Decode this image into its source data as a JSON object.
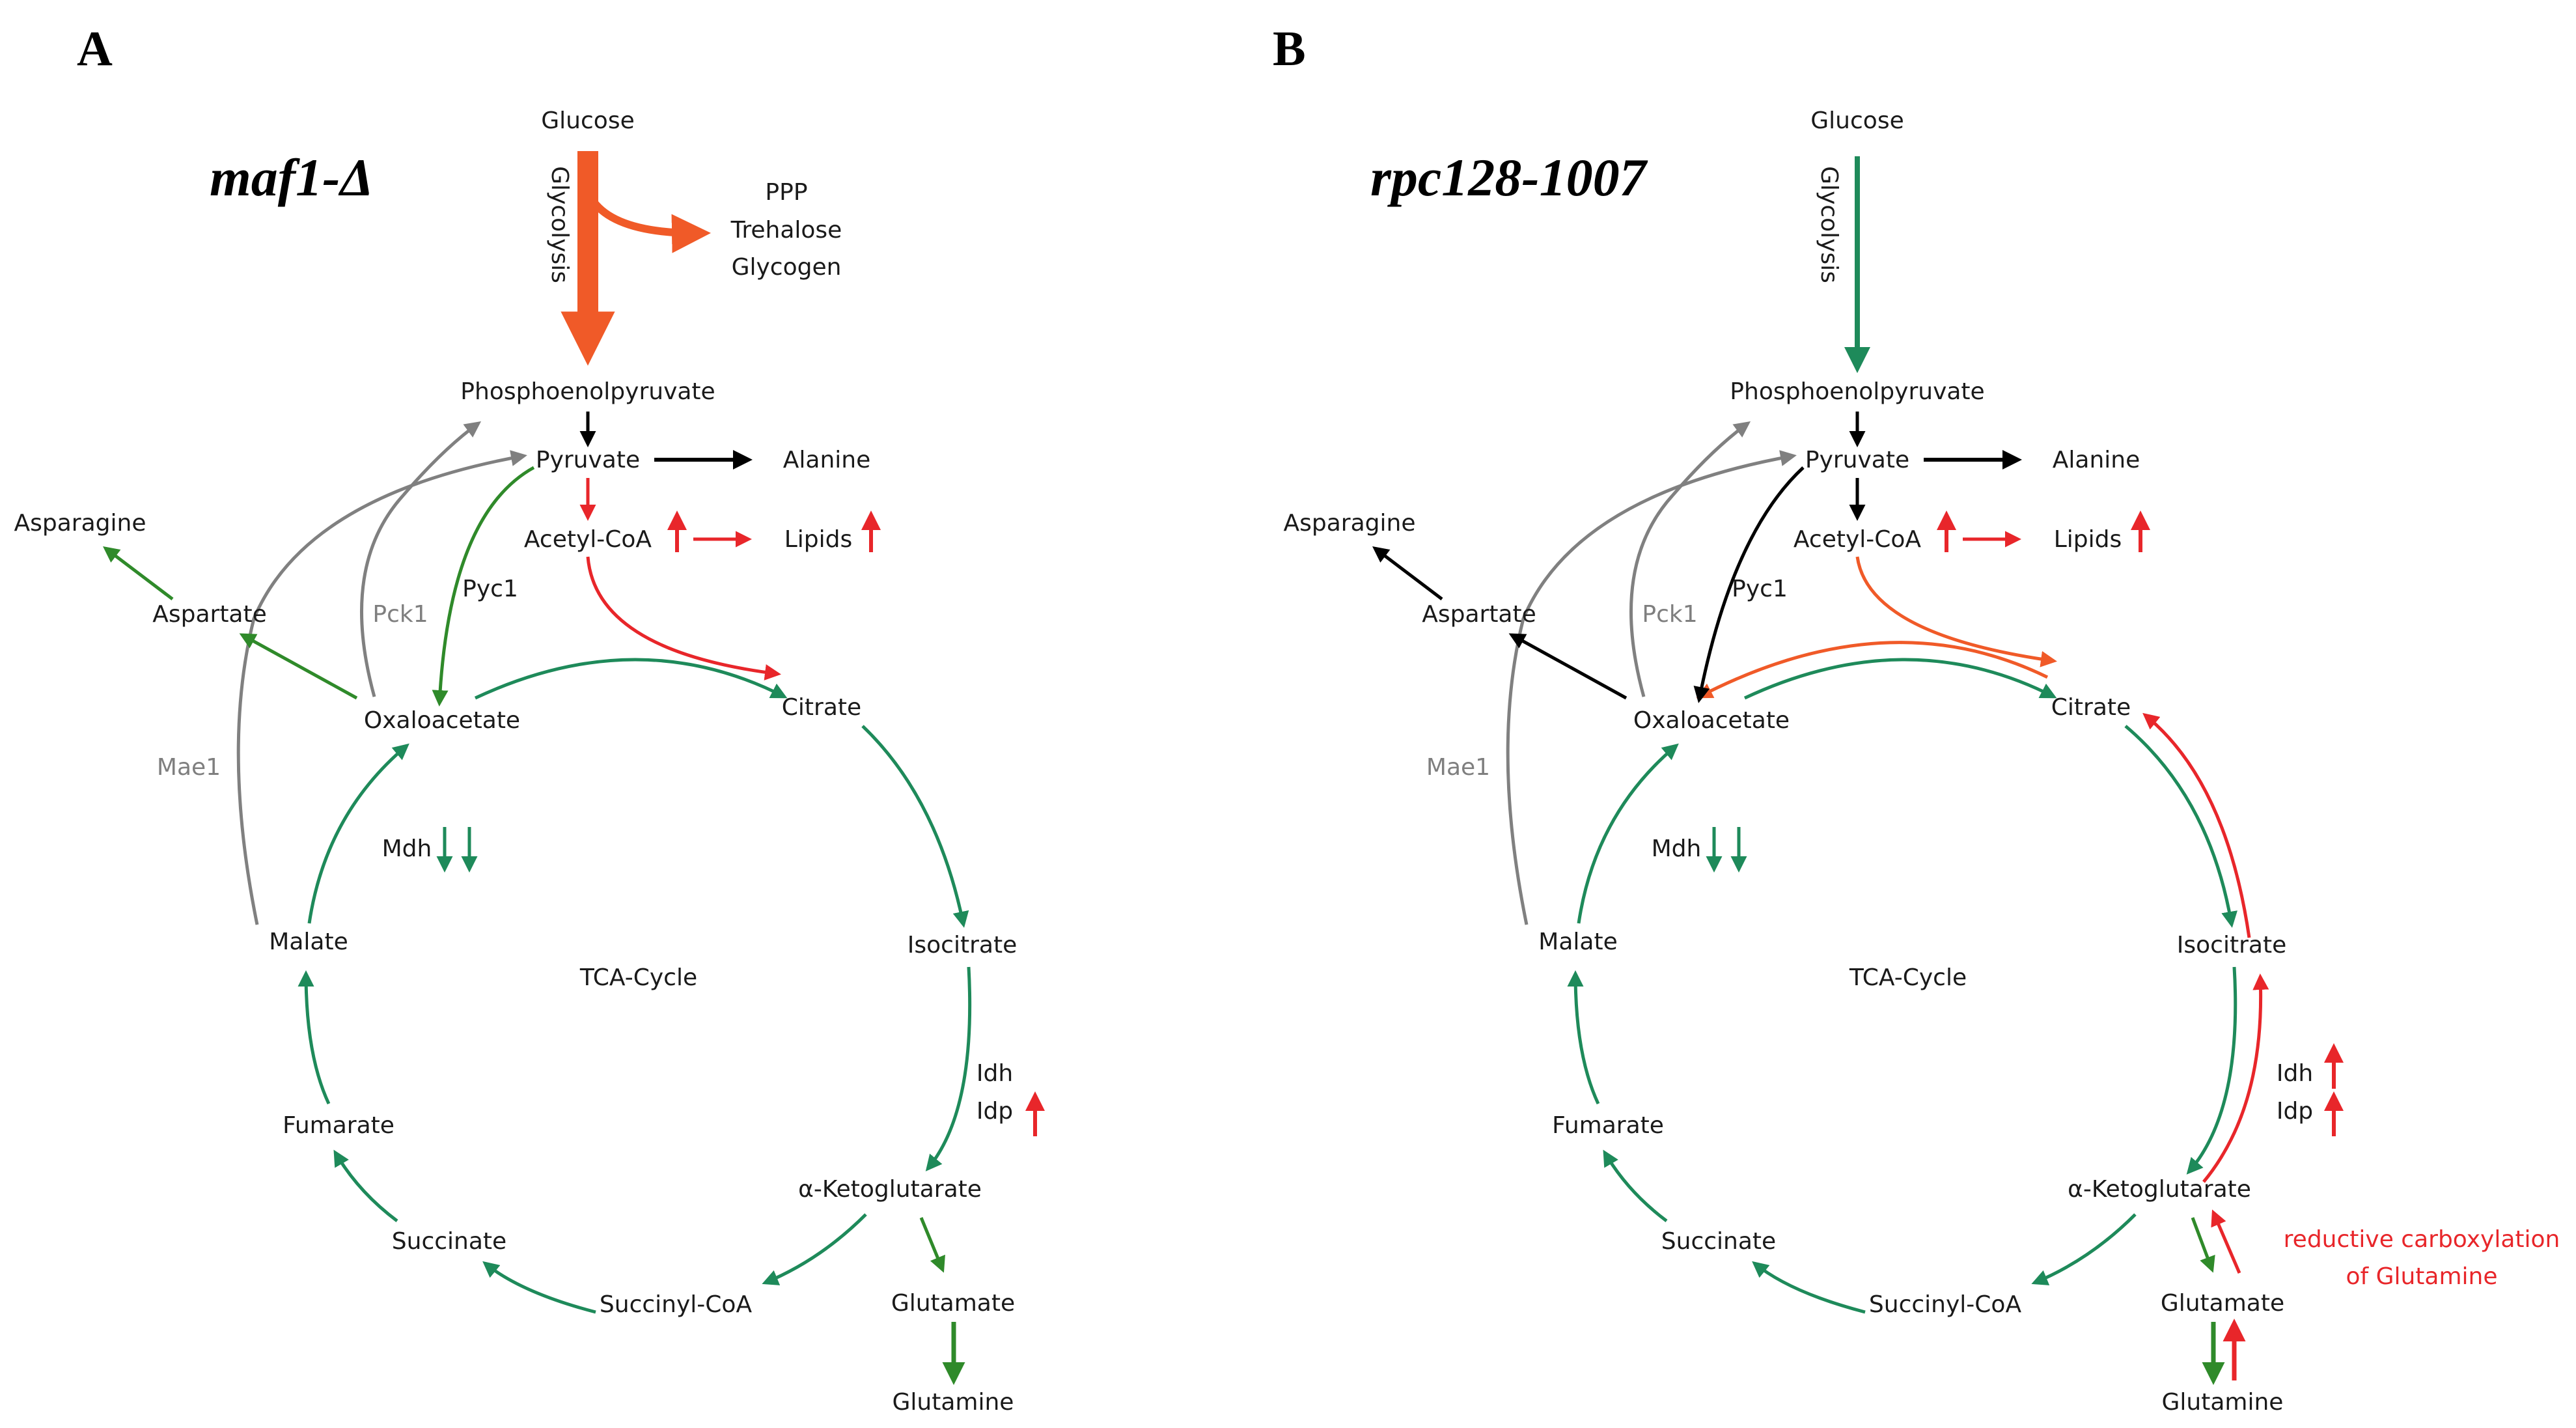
{
  "panels": [
    {
      "letter": "A",
      "strain": "maf1-Δ",
      "labels": {
        "glucose": "Glucose",
        "glycolysis": "Glycolysis",
        "ppp": "PPP",
        "trehalose": "Trehalose",
        "glycogen": "Glycogen",
        "pep": "Phosphoenolpyruvate",
        "pyruvate": "Pyruvate",
        "alanine": "Alanine",
        "acetyl_coa": "Acetyl-CoA",
        "lipids": "Lipids",
        "asparagine": "Asparagine",
        "aspartate": "Aspartate",
        "pck1": "Pck1",
        "pyc1": "Pyc1",
        "oxaloacetate": "Oxaloacetate",
        "citrate": "Citrate",
        "mae1": "Mae1",
        "mdh": "Mdh",
        "malate": "Malate",
        "tca": "TCA-Cycle",
        "isocitrate": "Isocitrate",
        "idh": "Idh",
        "idp": "Idp",
        "fumarate": "Fumarate",
        "akg": "α-Ketoglutarate",
        "succinate": "Succinate",
        "succinyl_coa": "Succinyl-CoA",
        "glutamate": "Glutamate",
        "glutamine": "Glutamine"
      }
    },
    {
      "letter": "B",
      "strain": "rpc128-1007",
      "labels": {
        "glucose": "Glucose",
        "glycolysis": "Glycolysis",
        "pep": "Phosphoenolpyruvate",
        "pyruvate": "Pyruvate",
        "alanine": "Alanine",
        "acetyl_coa": "Acetyl-CoA",
        "lipids": "Lipids",
        "asparagine": "Asparagine",
        "aspartate": "Aspartate",
        "pck1": "Pck1",
        "pyc1": "Pyc1",
        "oxaloacetate": "Oxaloacetate",
        "citrate": "Citrate",
        "mae1": "Mae1",
        "mdh": "Mdh",
        "malate": "Malate",
        "tca": "TCA-Cycle",
        "isocitrate": "Isocitrate",
        "idh": "Idh",
        "idp": "Idp",
        "fumarate": "Fumarate",
        "akg": "α-Ketoglutarate",
        "succinate": "Succinate",
        "succinyl_coa": "Succinyl-CoA",
        "glutamate": "Glutamate",
        "glutamine": "Glutamine",
        "reductive_1": "reductive carboxylation",
        "reductive_2": "of Glutamine"
      }
    }
  ],
  "colors": {
    "tca_green": "#1e8a5a",
    "flux_green": "#2f8a2a",
    "increase_red": "#e8262a",
    "glycolysis_orange": "#f05a28",
    "neutral_gray": "#808080",
    "black": "#000000"
  }
}
